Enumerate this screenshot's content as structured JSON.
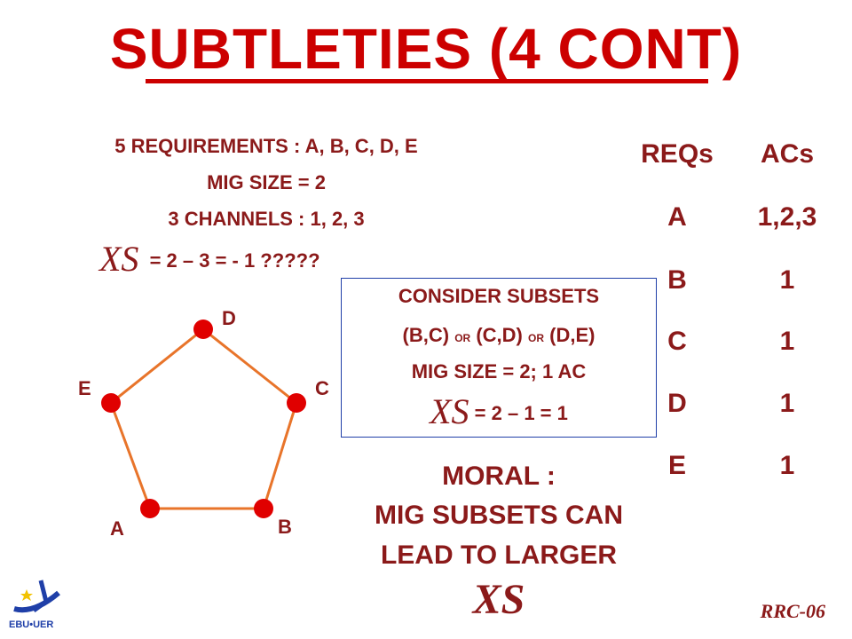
{
  "title": "SUBTLETIES (4 CONT)",
  "info": {
    "requirements": "5 REQUIREMENTS  : A, B, C, D, E",
    "mig_size": "MIG SIZE = 2",
    "channels": "3 CHANNELS   :    1, 2, 3",
    "xs_symbol": "XS",
    "xs_formula": "= 2 – 3 = - 1  ?????"
  },
  "table": {
    "header_req": "REQs",
    "header_ac": "ACs",
    "rows": [
      {
        "req": "A",
        "ac": "1,2,3"
      },
      {
        "req": "B",
        "ac": "1"
      },
      {
        "req": "C",
        "ac": "1"
      },
      {
        "req": "D",
        "ac": "1"
      },
      {
        "req": "E",
        "ac": "1"
      }
    ]
  },
  "subset_box": {
    "line1": "CONSIDER SUBSETS",
    "pair1": "(B,C)",
    "or1": "OR",
    "pair2": "(C,D)",
    "or2": "OR",
    "pair3": "(D,E)",
    "line3": "MIG SIZE = 2; 1 AC",
    "xs_symbol": "XS",
    "xs_formula": "= 2 – 1 = 1"
  },
  "moral": {
    "line1": "MORAL :",
    "line2": "MIG SUBSETS CAN",
    "line3": "LEAD TO LARGER",
    "xs_symbol": "XS"
  },
  "graph": {
    "vertices": [
      "A",
      "B",
      "C",
      "D",
      "E"
    ],
    "edge_color": "#e8742a",
    "node_color": "#e00000"
  },
  "footer": "RRC-06",
  "logo_text": "EBU•UER",
  "colors": {
    "title": "#cc0000",
    "text": "#8b1a1a",
    "box_border": "#1f3fa8"
  }
}
